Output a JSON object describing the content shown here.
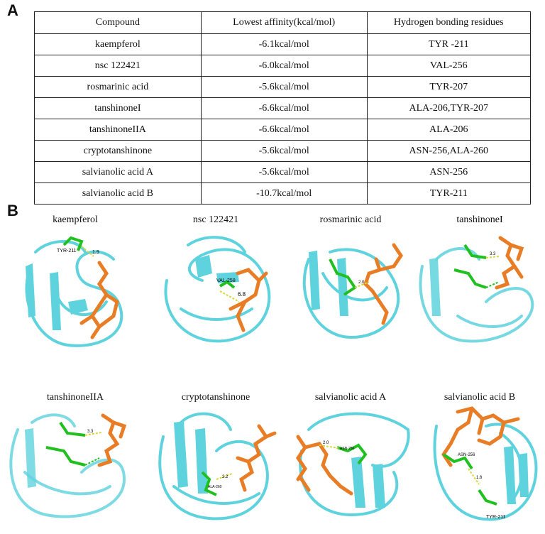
{
  "panel_a_label": "A",
  "panel_b_label": "B",
  "table": {
    "headers": [
      "Compound",
      "Lowest affinity(kcal/mol)",
      "Hydrogen bonding residues"
    ],
    "rows": [
      [
        "kaempferol",
        "-6.1kcal/mol",
        "TYR -211"
      ],
      [
        "nsc 122421",
        "-6.0kcal/mol",
        "VAL-256"
      ],
      [
        "rosmarinic acid",
        "-5.6kcal/mol",
        "TYR-207"
      ],
      [
        "tanshinoneI",
        "-6.6kcal/mol",
        "ALA-206,TYR-207"
      ],
      [
        "tanshinoneIIA",
        "-6.6kcal/mol",
        "ALA-206"
      ],
      [
        "cryptotanshinone",
        "-5.6kcal/mol",
        "ASN-256,ALA-260"
      ],
      [
        "salvianolic acid A",
        "-5.6kcal/mol",
        "ASN-256"
      ],
      [
        "salvianolic acid B",
        "-10.7kcal/mol",
        "TYR-211"
      ]
    ]
  },
  "structures": [
    {
      "title": "kaempferol",
      "labels": [
        "TYR-211",
        "1.9"
      ]
    },
    {
      "title": "nsc 122421",
      "labels": [
        "VAL-258",
        "6.8"
      ]
    },
    {
      "title": "rosmarinic acid",
      "labels": [
        "2.0"
      ]
    },
    {
      "title": "tanshinoneI",
      "labels": [
        "3.3"
      ]
    },
    {
      "title": "tanshinoneIIA",
      "labels": [
        "3.3"
      ]
    },
    {
      "title": "cryptotanshinone",
      "labels": [
        "ALA-260",
        "2.2"
      ]
    },
    {
      "title": "salvianolic acid A",
      "labels": [
        "ASN-256",
        "2.0"
      ]
    },
    {
      "title": "salvianolic acid B",
      "labels": [
        "ASN-256",
        "1.6",
        "TYR-211"
      ]
    }
  ],
  "colors": {
    "protein": "#5fd3dd",
    "ligand": "#e87d26",
    "residue": "#1fc01f",
    "hbond": "#d8d83a"
  }
}
